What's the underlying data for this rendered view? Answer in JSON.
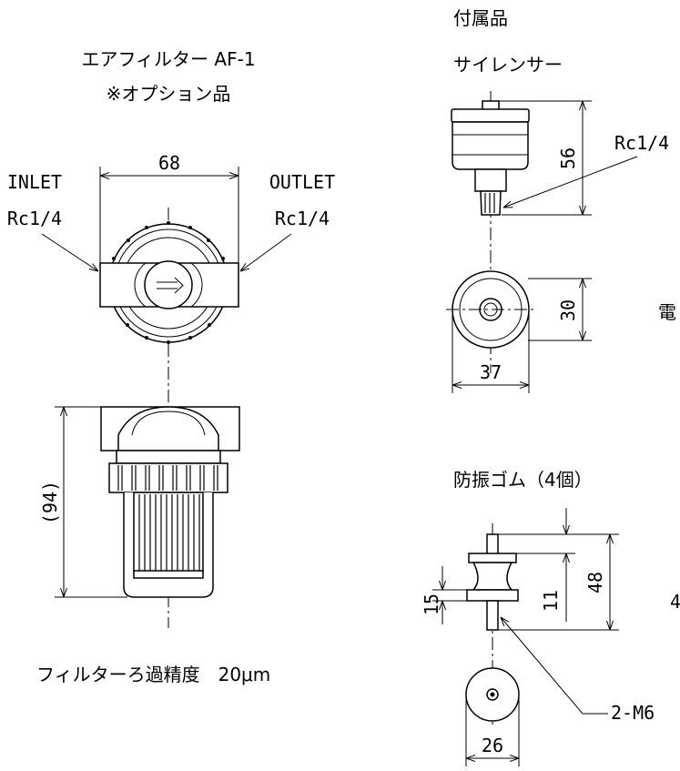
{
  "left": {
    "title": "エアフィルター AF-1",
    "subtitle": "※オプション品",
    "inlet": "INLET",
    "inlet_thread": "Rc1/4",
    "outlet": "OUTLET",
    "outlet_thread": "Rc1/4",
    "dim_width": "68",
    "dim_height": "(94)",
    "precision_note": "フィルターろ過精度　20μm"
  },
  "right": {
    "accessories": "付属品",
    "silencer": "サイレンサー",
    "silencer_thread": "Rc1/4",
    "dim_silencer_height": "56",
    "dim_silencer_inner": "30",
    "dim_silencer_width": "37",
    "cut_text_1": "電",
    "rubber_title": "防振ゴム（4個）",
    "dim_rubber_48": "48",
    "dim_rubber_11": "11",
    "dim_rubber_15": "15",
    "rubber_thread": "2-M6",
    "dim_rubber_width": "26",
    "cut_text_2": "4"
  }
}
